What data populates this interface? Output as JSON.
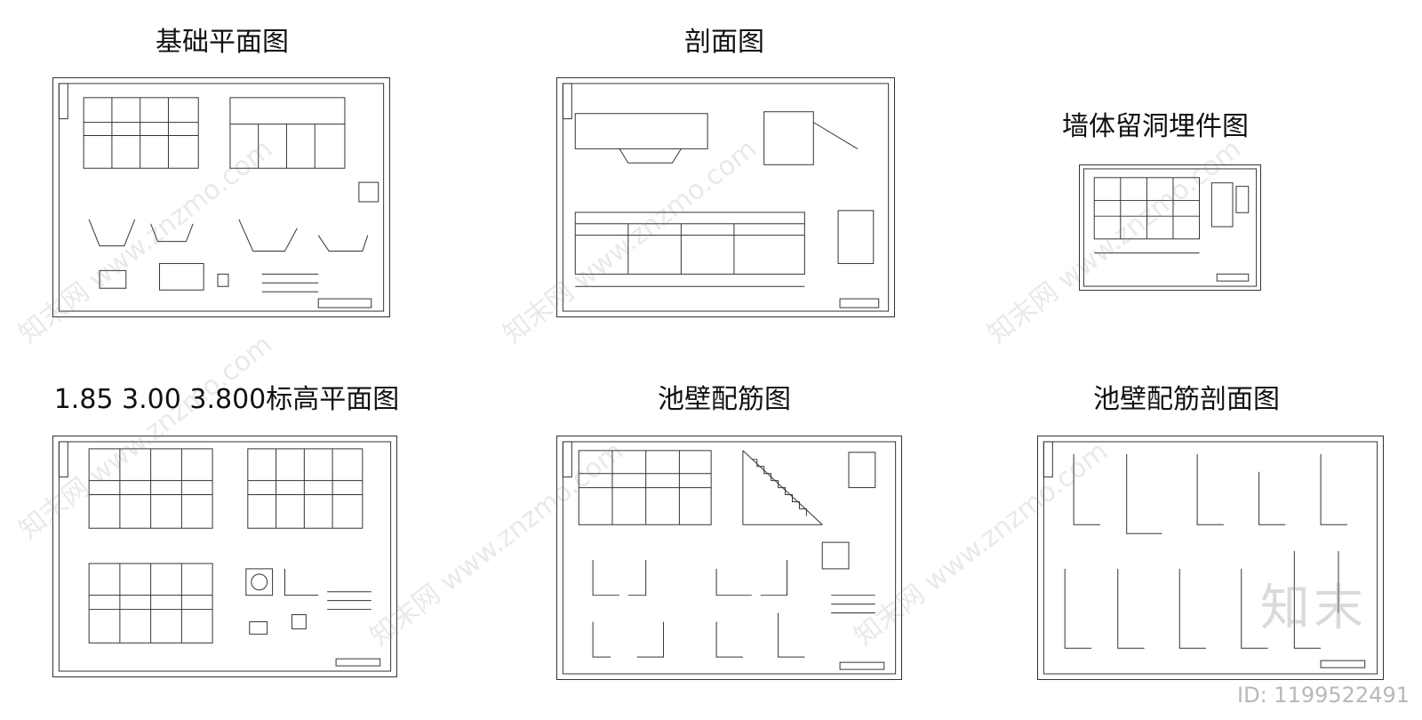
{
  "panels": [
    {
      "title": "基础平面图"
    },
    {
      "title": "剖面图"
    },
    {
      "title": "墙体留洞埋件图"
    },
    {
      "title": "1.85 3.00 3.800标高平面图"
    },
    {
      "title": "池壁配筋图"
    },
    {
      "title": "池壁配筋剖面图"
    }
  ],
  "watermark": {
    "text": "知末网 www.znzmo.com",
    "logo": "知末"
  },
  "footer": {
    "id_text": "ID: 1199522491"
  },
  "colors": {
    "line": "#333333",
    "watermark": "#b8b8b8"
  }
}
